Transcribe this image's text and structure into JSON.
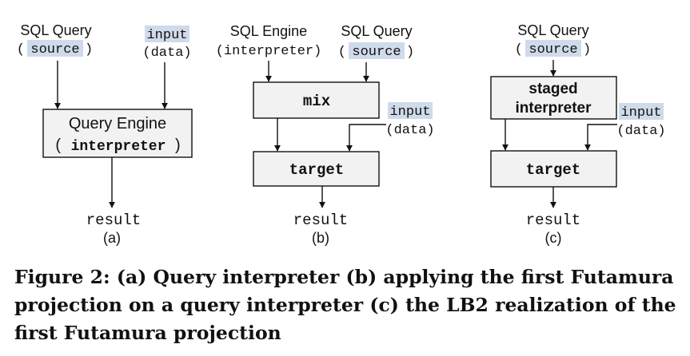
{
  "panel_a": {
    "sql_query": "SQL Query",
    "source_open": "(",
    "source": "source",
    "source_close": ")",
    "input": "input",
    "data": "(data)",
    "engine_line1": "Query Engine",
    "engine_open": "(",
    "engine_line2": "interpreter",
    "engine_close": ")",
    "result": "result",
    "label": "(a)"
  },
  "panel_b": {
    "sql_engine": "SQL Engine",
    "interpreter": "(interpreter)",
    "sql_query": "SQL Query",
    "source_open": "(",
    "source": "source",
    "source_close": ")",
    "mix": "mix",
    "input": "input",
    "data": "(data)",
    "target": "target",
    "result": "result",
    "label": "(b)"
  },
  "panel_c": {
    "sql_query": "SQL Query",
    "source_open": "(",
    "source": "source",
    "source_close": ")",
    "staged1": "staged",
    "staged2": "interpreter",
    "input": "input",
    "data": "(data)",
    "target": "target",
    "result": "result",
    "label": "(c)"
  },
  "caption": "Figure 2: (a) Query interpreter (b) applying the first Futamura projection on a query interpreter (c) the LB2 realization of the first Futamura projection"
}
